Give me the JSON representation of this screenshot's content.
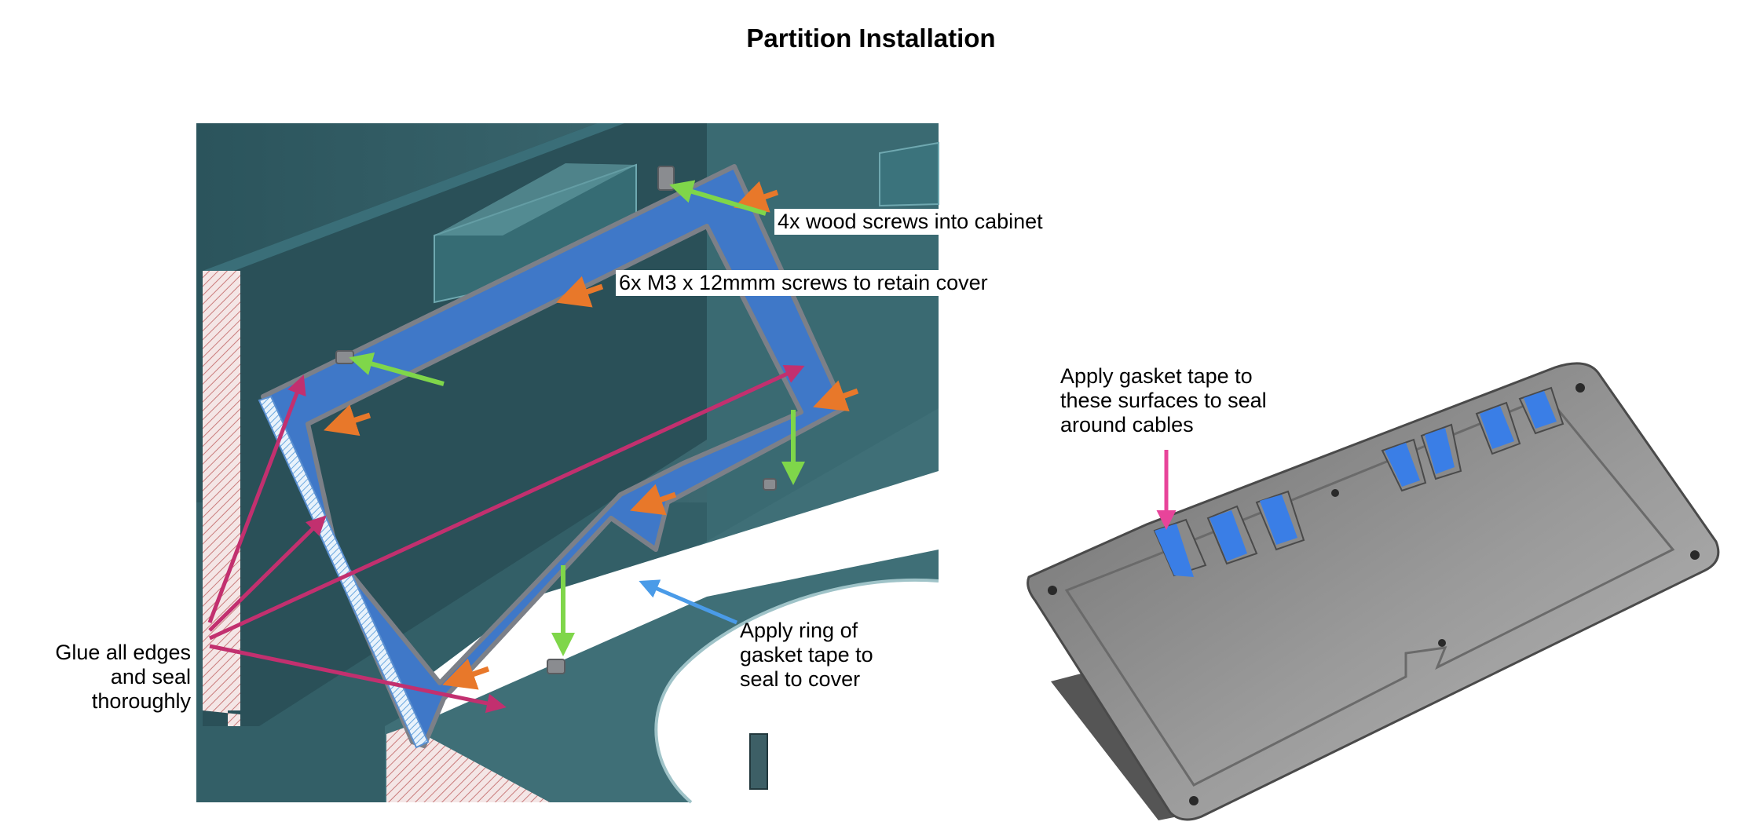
{
  "title": "Partition Installation",
  "labels": {
    "wood_screws": "4x wood screws into cabinet",
    "m3_screws": "6x M3 x 12mmm screws to retain cover",
    "glue": [
      "Glue all edges",
      "and seal",
      "thoroughly"
    ],
    "ring_gasket": [
      "Apply ring of",
      "gasket tape to",
      "seal to cover"
    ],
    "cable_gasket": [
      "Apply gasket tape to",
      "these surfaces to seal",
      "around cables"
    ]
  },
  "colors": {
    "cabinet": "#2f5a63",
    "cabinet_dark": "#244a52",
    "partition_face": "#3f78c8",
    "partition_edge": "#8a8c90",
    "hatch": "#c97b7b",
    "cover": "#8e8e8e",
    "gasket": "#3a7ee6",
    "arrow_orange": "#e8782a",
    "arrow_green": "#7fd64a",
    "arrow_magenta": "#c2306f",
    "arrow_blue": "#4a9be8",
    "arrow_pink": "#e8449a"
  }
}
